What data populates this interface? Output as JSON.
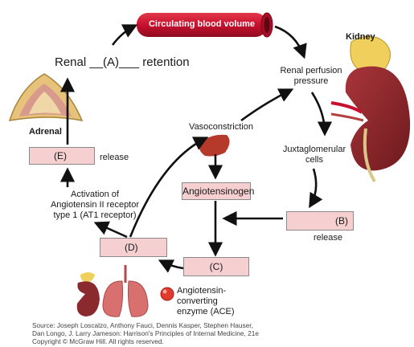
{
  "colors": {
    "box_fill": "#f6cfd0",
    "vessel": "#c8102e",
    "arrow": "#111111"
  },
  "vessel_label": "Circulating blood volume",
  "renal_retention": {
    "prefix": "Renal ",
    "blank": "__(A)___",
    "suffix": " retention"
  },
  "organ_labels": {
    "kidney": "Kidney",
    "adrenal": "Adrenal"
  },
  "steps": {
    "renal_perfusion": "Renal perfusion pressure",
    "vasoconstriction": "Vasoconstriction",
    "juxtaglomerular": "Juxtaglomerular cells",
    "release_b": "release",
    "release_e": "release",
    "at1_activation": "Activation of Angiotensin II receptor type 1 (AT1 receptor)",
    "ace": "Angiotensin-converting enzyme (ACE)"
  },
  "boxes": {
    "e": "(E)",
    "angiotensinogen": "Angiotensinogen",
    "b": "(B)",
    "d": "(D)",
    "c": "(C)"
  },
  "source": {
    "line1": "Source: Joseph Loscalzo, Anthony Fauci, Dennis Kasper, Stephen Hauser,",
    "line2": "Dan Longo, J. Larry Jameson: Harrison's Principles of Internal Medicine, 21e",
    "line3": "Copyright © McGraw Hill. All rights reserved."
  }
}
